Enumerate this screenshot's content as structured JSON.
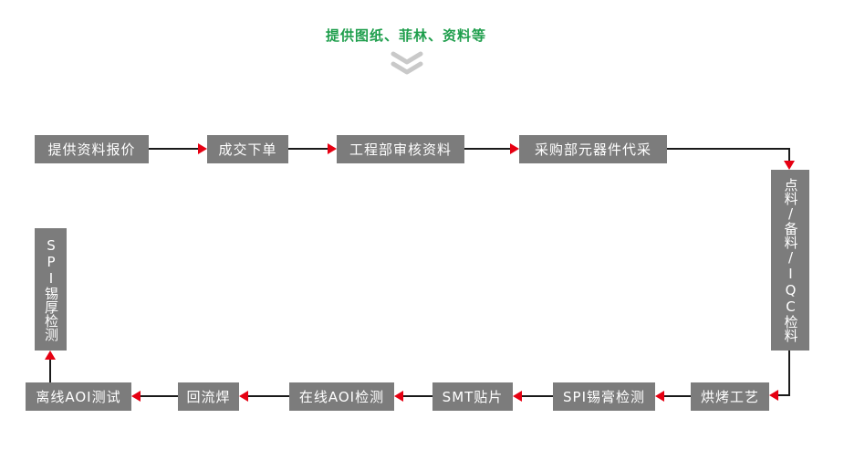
{
  "header": {
    "title": "提供图纸、菲林、资料等"
  },
  "colors": {
    "title_green": "#1e9e4c",
    "box_gray": "#7c7c7c",
    "box_text": "#ffffff",
    "line": "#1a1a1a",
    "arrow_red": "#e60012",
    "chevron_gray": "#c9c9c9"
  },
  "steps": {
    "top": [
      "提供资料报价",
      "成交下单",
      "工程部审核资料",
      "采购部元器件代采"
    ],
    "right": "点料/备料/IQC检料",
    "bottom": [
      "离线AOI测试",
      "回流焊",
      "在线AOI检测",
      "SMT贴片",
      "SPI锡膏检测",
      "烘烤工艺"
    ],
    "left": "SPI锡厚检测"
  }
}
